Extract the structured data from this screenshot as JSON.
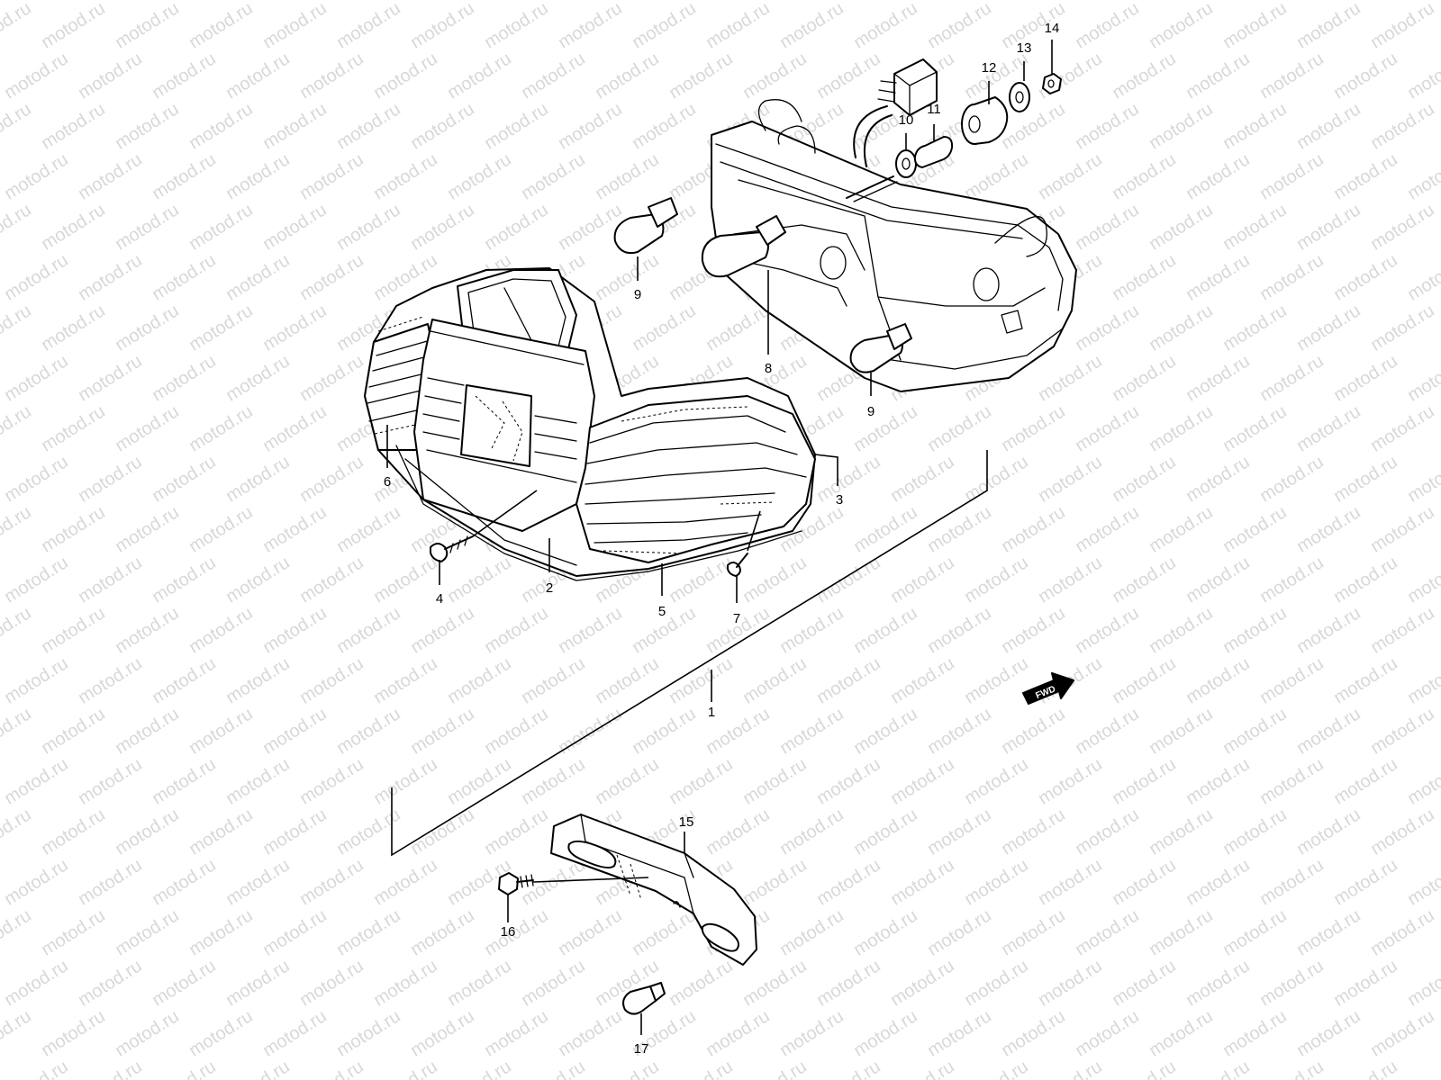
{
  "watermark": {
    "text": "motod.ru"
  },
  "fwd_label": "FWD",
  "parts": [
    {
      "id": "p1",
      "label": "1"
    },
    {
      "id": "p2",
      "label": "2"
    },
    {
      "id": "p3",
      "label": "3"
    },
    {
      "id": "p4",
      "label": "4"
    },
    {
      "id": "p5",
      "label": "5"
    },
    {
      "id": "p6",
      "label": "6"
    },
    {
      "id": "p7",
      "label": "7"
    },
    {
      "id": "p8",
      "label": "8"
    },
    {
      "id": "p9a",
      "label": "9"
    },
    {
      "id": "p9b",
      "label": "9"
    },
    {
      "id": "p10",
      "label": "10"
    },
    {
      "id": "p11",
      "label": "11"
    },
    {
      "id": "p12",
      "label": "12"
    },
    {
      "id": "p13",
      "label": "13"
    },
    {
      "id": "p14",
      "label": "14"
    },
    {
      "id": "p15",
      "label": "15"
    },
    {
      "id": "p16",
      "label": "16"
    },
    {
      "id": "p17",
      "label": "17"
    }
  ]
}
